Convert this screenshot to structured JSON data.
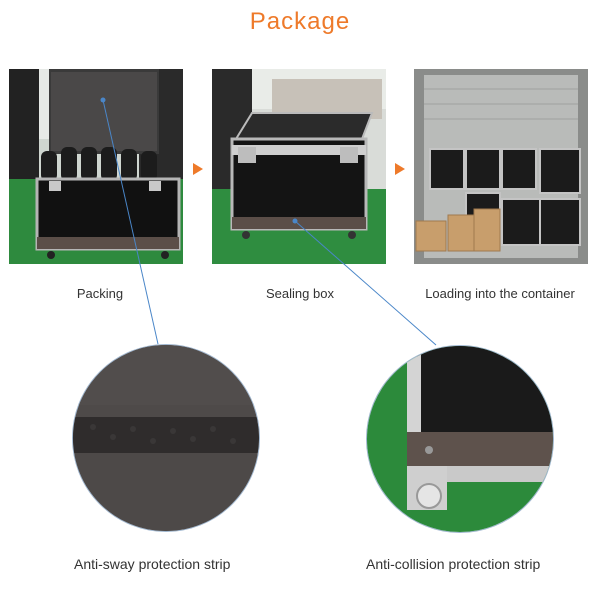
{
  "title": "Package",
  "steps": [
    {
      "caption": "Packing"
    },
    {
      "caption": "Sealing box"
    },
    {
      "caption": "Loading into the container"
    }
  ],
  "details": [
    {
      "caption": "Anti-sway protection strip"
    },
    {
      "caption": "Anti-collision protection strip"
    }
  ],
  "colors": {
    "accent": "#ee7a2a",
    "leader_line": "#4a86c8"
  }
}
